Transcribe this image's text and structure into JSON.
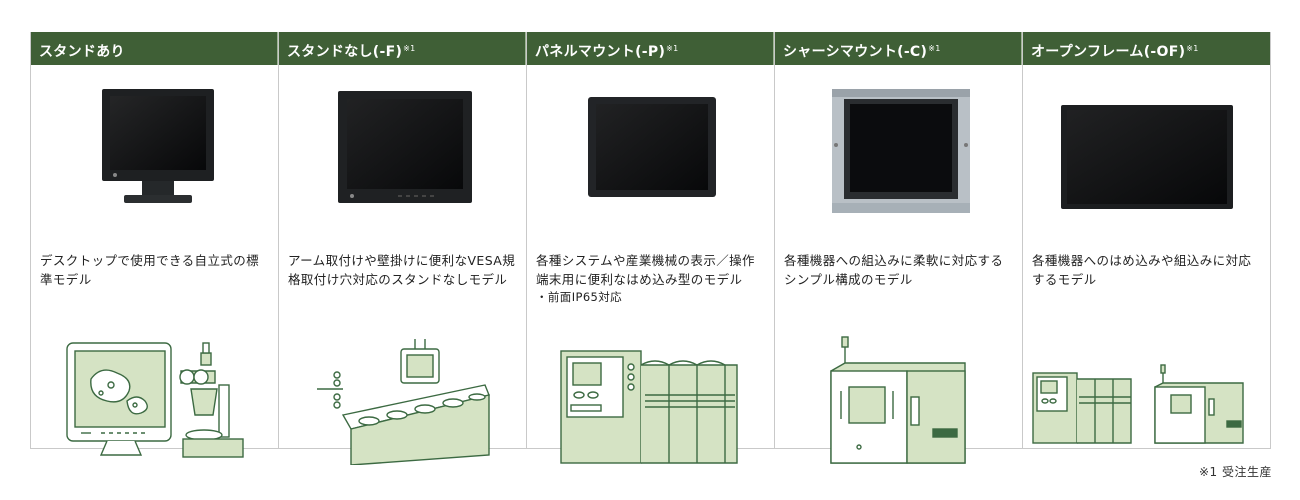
{
  "columns": [
    {
      "title": "スタンドあり",
      "sup": "",
      "description": "デスクトップで使用できる自立式の標準モデル",
      "note": ""
    },
    {
      "title": "スタンドなし(-F)",
      "sup": "※1",
      "description": "アーム取付けや壁掛けに便利なVESA規格取付け穴対応のスタンドなしモデル",
      "note": ""
    },
    {
      "title": "パネルマウント(-P)",
      "sup": "※1",
      "description": "各種システムや産業機械の表示／操作端末用に便利なはめ込み型のモデル",
      "note": "・前面IP65対応"
    },
    {
      "title": "シャーシマウント(-C)",
      "sup": "※1",
      "description": "各種機器への組込みに柔軟に対応するシンプル構成のモデル",
      "note": ""
    },
    {
      "title": "オープンフレーム(-OF)",
      "sup": "※1",
      "description": "各種機器へのはめ込みや組込みに対応するモデル",
      "note": ""
    }
  ],
  "footnote": "※1 受注生産",
  "colors": {
    "header_bg": "#3f5f36",
    "illustration_green": "#d5e3c4",
    "illustration_line": "#3c6a42"
  }
}
